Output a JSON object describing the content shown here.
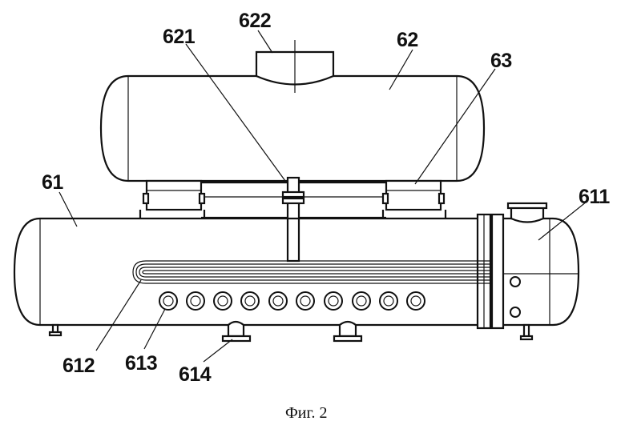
{
  "labels": {
    "l61": "61",
    "l62": "62",
    "l63": "63",
    "l611": "611",
    "l612": "612",
    "l613": "613",
    "l614": "614",
    "l621": "621",
    "l622": "622"
  },
  "caption": "Фиг. 2"
}
